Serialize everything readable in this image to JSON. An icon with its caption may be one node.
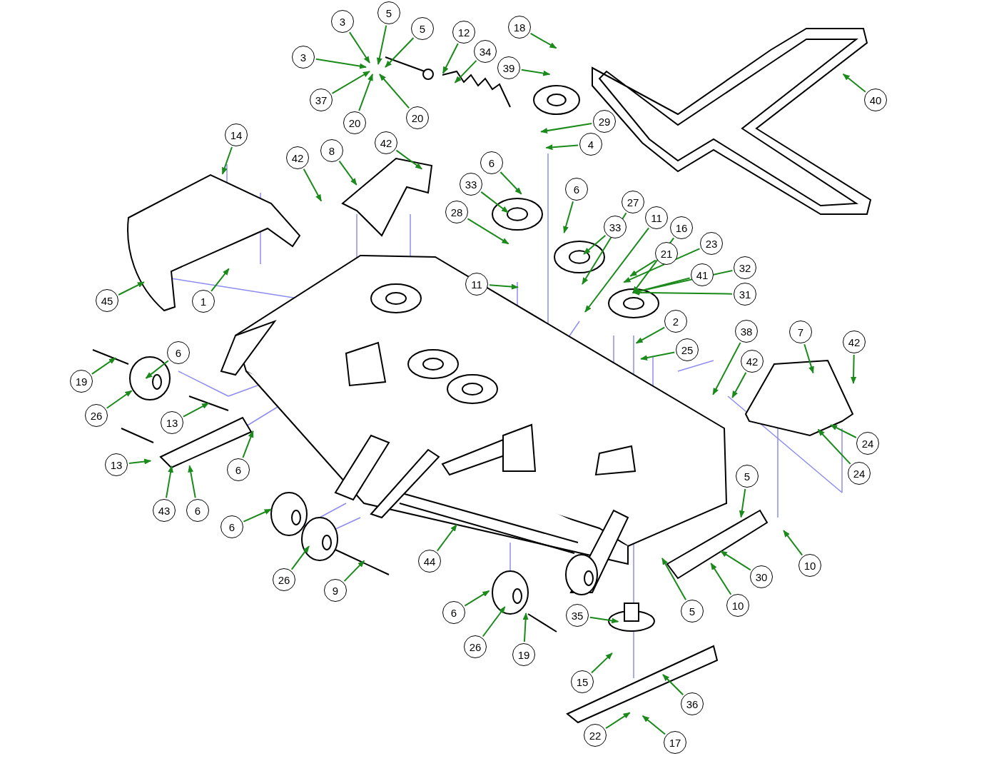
{
  "diagram": {
    "nodes": [
      {
        "text": [
          "3"
        ]
      },
      {
        "text": [
          "3"
        ]
      },
      {
        "text": [
          "5"
        ]
      },
      {
        "text": [
          "5"
        ]
      },
      {
        "text": [
          "12"
        ]
      },
      {
        "text": [
          "34"
        ]
      },
      {
        "text": [
          "18"
        ]
      },
      {
        "text": [
          "39"
        ]
      },
      {
        "text": [
          "40"
        ]
      },
      {
        "text": [
          "37"
        ]
      },
      {
        "text": [
          "20"
        ]
      },
      {
        "text": [
          "20"
        ]
      },
      {
        "text": [
          "29"
        ]
      },
      {
        "text": [
          "4"
        ]
      },
      {
        "text": [
          "14"
        ]
      },
      {
        "text": [
          "8"
        ]
      },
      {
        "text": [
          "42"
        ]
      },
      {
        "text": [
          "42"
        ]
      },
      {
        "text": [
          "6"
        ]
      },
      {
        "text": [
          "33"
        ]
      },
      {
        "text": [
          "28"
        ]
      },
      {
        "text": [
          "6"
        ]
      },
      {
        "text": [
          "33"
        ]
      },
      {
        "text": [
          "27"
        ]
      },
      {
        "text": [
          "11"
        ]
      },
      {
        "text": [
          "16"
        ]
      },
      {
        "text": [
          "21"
        ]
      },
      {
        "text": [
          "23"
        ]
      },
      {
        "text": [
          "41"
        ]
      },
      {
        "text": [
          "32"
        ]
      },
      {
        "text": [
          "31"
        ]
      },
      {
        "text": [
          "11"
        ]
      },
      {
        "text": [
          "45"
        ]
      },
      {
        "text": [
          "1"
        ]
      },
      {
        "text": [
          "2"
        ]
      },
      {
        "text": [
          "25"
        ]
      },
      {
        "text": [
          "38"
        ]
      },
      {
        "text": [
          "7"
        ]
      },
      {
        "text": [
          "42"
        ]
      },
      {
        "text": [
          "42"
        ]
      },
      {
        "text": [
          "6"
        ]
      },
      {
        "text": [
          "19"
        ]
      },
      {
        "text": [
          "26"
        ]
      },
      {
        "text": [
          "13"
        ]
      },
      {
        "text": [
          "24"
        ]
      },
      {
        "text": [
          "24"
        ]
      },
      {
        "text": [
          "13"
        ]
      },
      {
        "text": [
          "6"
        ]
      },
      {
        "text": [
          "43"
        ]
      },
      {
        "text": [
          "6"
        ]
      },
      {
        "text": [
          "5"
        ]
      },
      {
        "text": [
          "6"
        ]
      },
      {
        "text": [
          "10"
        ]
      },
      {
        "text": [
          "44"
        ]
      },
      {
        "text": [
          "30"
        ]
      },
      {
        "text": [
          "26"
        ]
      },
      {
        "text": [
          "9"
        ]
      },
      {
        "text": [
          "10"
        ]
      },
      {
        "text": [
          "5"
        ]
      },
      {
        "text": [
          "6"
        ]
      },
      {
        "text": [
          "26"
        ]
      },
      {
        "text": [
          "19"
        ]
      },
      {
        "text": [
          "35"
        ]
      },
      {
        "text": [
          "15"
        ]
      },
      {
        "text": [
          "36"
        ]
      },
      {
        "text": [
          "22"
        ]
      },
      {
        "text": [
          "17"
        ]
      }
    ],
    "edges": [
      {
        "from": 0,
        "to": null,
        "arrow": "to"
      },
      {
        "from": 1,
        "to": null,
        "arrow": "to"
      },
      {
        "from": 2,
        "to": null,
        "arrow": "to"
      },
      {
        "from": 3,
        "to": null,
        "arrow": "to"
      },
      {
        "from": 4,
        "to": null,
        "arrow": "to"
      },
      {
        "from": 5,
        "to": null,
        "arrow": "to"
      },
      {
        "from": 6,
        "to": null,
        "arrow": "to"
      },
      {
        "from": 7,
        "to": null,
        "arrow": "to"
      },
      {
        "from": 8,
        "to": null,
        "arrow": "to"
      },
      {
        "from": 9,
        "to": null,
        "arrow": "to"
      },
      {
        "from": 10,
        "to": null,
        "arrow": "to"
      },
      {
        "from": 11,
        "to": null,
        "arrow": "to"
      },
      {
        "from": 12,
        "to": null,
        "arrow": "to"
      },
      {
        "from": 13,
        "to": null,
        "arrow": "to"
      },
      {
        "from": 14,
        "to": null,
        "arrow": "to"
      },
      {
        "from": 15,
        "to": null,
        "arrow": "to"
      },
      {
        "from": 16,
        "to": null,
        "arrow": "to"
      },
      {
        "from": 17,
        "to": null,
        "arrow": "to"
      },
      {
        "from": 18,
        "to": null,
        "arrow": "to"
      },
      {
        "from": 19,
        "to": null,
        "arrow": "to"
      },
      {
        "from": 20,
        "to": null,
        "arrow": "to"
      },
      {
        "from": 21,
        "to": null,
        "arrow": "to"
      },
      {
        "from": 22,
        "to": null,
        "arrow": "to"
      },
      {
        "from": 23,
        "to": null,
        "arrow": "to"
      },
      {
        "from": 24,
        "to": null,
        "arrow": "to"
      },
      {
        "from": 25,
        "to": null,
        "arrow": "to"
      },
      {
        "from": 26,
        "to": null,
        "arrow": "to"
      },
      {
        "from": 27,
        "to": null,
        "arrow": "to"
      },
      {
        "from": 28,
        "to": null,
        "arrow": "to"
      },
      {
        "from": 29,
        "to": null,
        "arrow": "to"
      },
      {
        "from": 30,
        "to": null,
        "arrow": "to"
      },
      {
        "from": 31,
        "to": null,
        "arrow": "to"
      },
      {
        "from": 32,
        "to": null,
        "arrow": "to"
      },
      {
        "from": 33,
        "to": null,
        "arrow": "to"
      },
      {
        "from": 34,
        "to": null,
        "arrow": "to"
      },
      {
        "from": 35,
        "to": null,
        "arrow": "to"
      },
      {
        "from": 36,
        "to": null,
        "arrow": "to"
      },
      {
        "from": 37,
        "to": null,
        "arrow": "to"
      },
      {
        "from": 38,
        "to": null,
        "arrow": "to"
      },
      {
        "from": 39,
        "to": null,
        "arrow": "to"
      },
      {
        "from": 40,
        "to": null,
        "arrow": "to"
      },
      {
        "from": 41,
        "to": null,
        "arrow": "to"
      },
      {
        "from": 42,
        "to": null,
        "arrow": "to"
      },
      {
        "from": 43,
        "to": null,
        "arrow": "to"
      },
      {
        "from": 44,
        "to": null,
        "arrow": "to"
      },
      {
        "from": 45,
        "to": null,
        "arrow": "to"
      },
      {
        "from": 46,
        "to": null,
        "arrow": "to"
      },
      {
        "from": 47,
        "to": null,
        "arrow": "to"
      },
      {
        "from": 48,
        "to": null,
        "arrow": "to"
      },
      {
        "from": 49,
        "to": null,
        "arrow": "to"
      },
      {
        "from": 50,
        "to": null,
        "arrow": "to"
      },
      {
        "from": 51,
        "to": null,
        "arrow": "to"
      },
      {
        "from": 52,
        "to": null,
        "arrow": "to"
      },
      {
        "from": 53,
        "to": null,
        "arrow": "to"
      },
      {
        "from": 54,
        "to": null,
        "arrow": "to"
      },
      {
        "from": 55,
        "to": null,
        "arrow": "to"
      },
      {
        "from": 56,
        "to": null,
        "arrow": "to"
      },
      {
        "from": 57,
        "to": null,
        "arrow": "to"
      },
      {
        "from": 58,
        "to": null,
        "arrow": "to"
      },
      {
        "from": 59,
        "to": null,
        "arrow": "to"
      },
      {
        "from": 60,
        "to": null,
        "arrow": "to"
      },
      {
        "from": 61,
        "to": null,
        "arrow": "to"
      },
      {
        "from": 62,
        "to": null,
        "arrow": "to"
      },
      {
        "from": 63,
        "to": null,
        "arrow": "to"
      },
      {
        "from": 64,
        "to": null,
        "arrow": "to"
      },
      {
        "from": 65,
        "to": null,
        "arrow": "to"
      },
      {
        "from": 66,
        "to": null,
        "arrow": "to"
      }
    ]
  }
}
